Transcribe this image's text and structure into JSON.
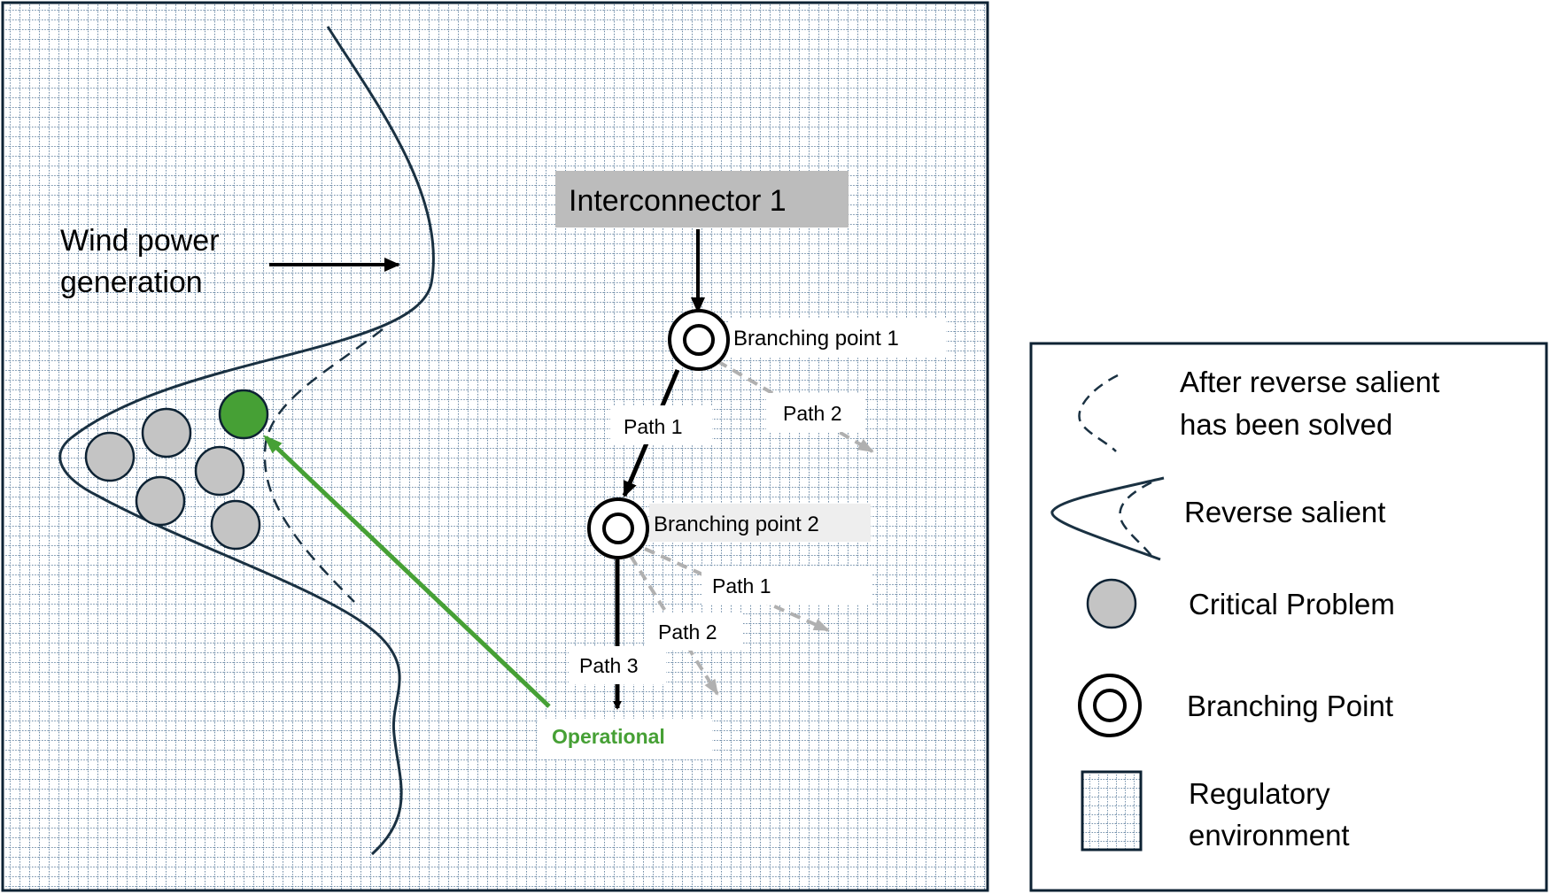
{
  "main": {
    "wind_label_line1": "Wind power",
    "wind_label_line2": "generation",
    "interconnector": "Interconnector 1",
    "bp1": "Branching point 1",
    "bp2": "Branching point 2",
    "bp1_path1": "Path 1",
    "bp1_path2": "Path 2",
    "bp2_path1": "Path 1",
    "bp2_path2": "Path 2",
    "bp2_path3": "Path 3",
    "operational": "Operational"
  },
  "legend": {
    "after_line1": "After reverse salient",
    "after_line2": "has been solved",
    "reverse_salient": "Reverse salient",
    "critical_problem": "Critical Problem",
    "branching_point": "Branching Point",
    "regulatory_line1": "Regulatory",
    "regulatory_line2": "environment"
  },
  "colors": {
    "grid_line": "#1f4e79",
    "border": "#0d2233",
    "curve": "#1a3142",
    "grey_circle": "#c4c4c4",
    "green": "#46a035",
    "label_box": "#bcbcbc"
  }
}
